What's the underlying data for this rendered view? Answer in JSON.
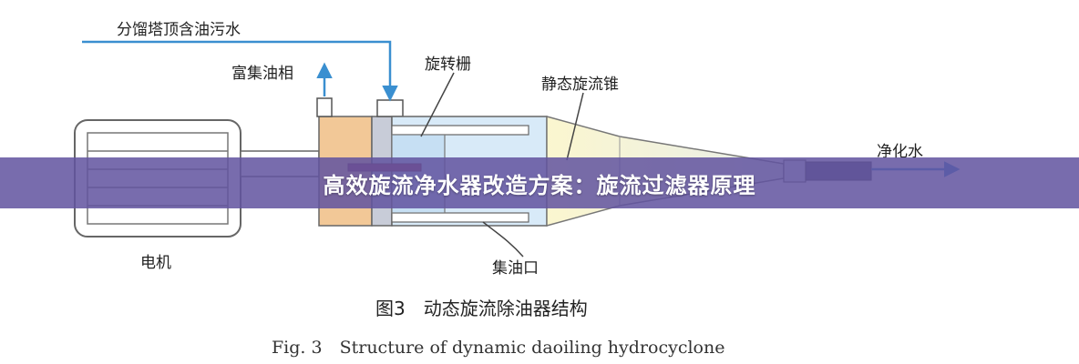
{
  "diagram": {
    "labels": {
      "inlet": "分馏塔顶含油污水",
      "oil_tank": "富集油相",
      "rotating_grid": "旋转栅",
      "static_cone": "静态旋流锥",
      "clean_water": "净化水",
      "motor": "电机",
      "oil_outlet": "集油口"
    },
    "caption_cn": "图3　动态旋流除油器结构",
    "caption_en": "Fig. 3　Structure of dynamic daoiling hydrocyclone"
  },
  "banner": {
    "title": "高效旋流净水器改造方案：旋流过滤器原理"
  },
  "colors": {
    "flow_arrow": "#3a8fd0",
    "banner": "#6254a0",
    "seal_block": "#f2c897",
    "chamber": "#d8eaf8",
    "cone": "#f4f0c4"
  }
}
